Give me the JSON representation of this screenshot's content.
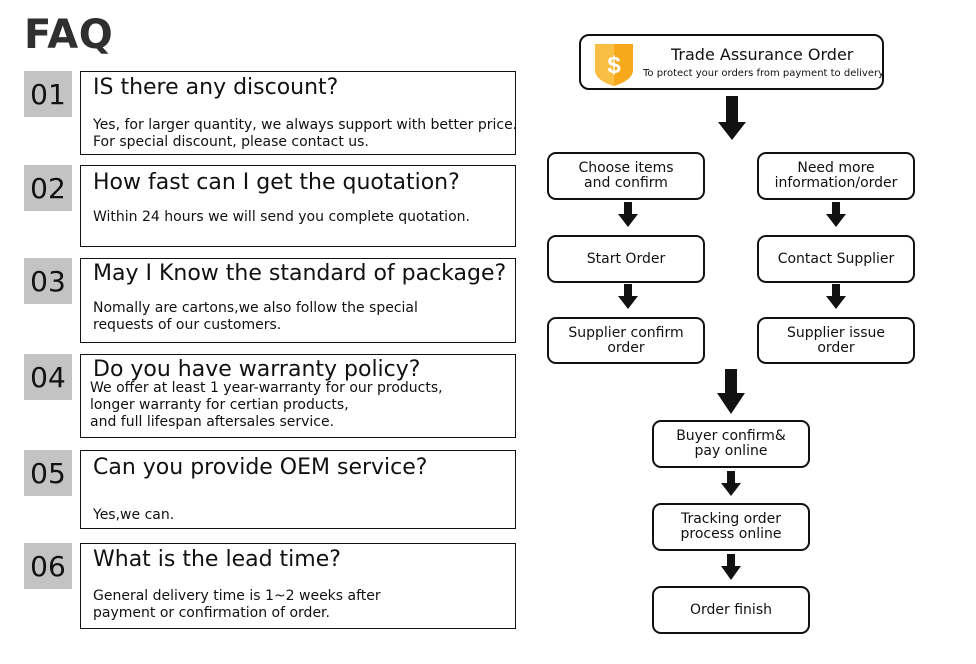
{
  "faq": {
    "title": "FAQ",
    "items": [
      {
        "number": "01",
        "question": "IS there any discount?",
        "answer": [
          "Yes, for larger quantity, we always support with better price.",
          "For special discount, please contact us."
        ]
      },
      {
        "number": "02",
        "question": "How fast can I get the quotation?",
        "answer": [
          "Within 24 hours we will send you complete quotation."
        ]
      },
      {
        "number": "03",
        "question": "May I Know the standard of package?",
        "answer": [
          "Nomally are cartons,we also follow the special",
          "requests of our customers."
        ]
      },
      {
        "number": "04",
        "question": "Do you have warranty policy?",
        "answer": [
          "We offer at least 1 year-warranty for our products,",
          "longer warranty for certian products,",
          "and full lifespan aftersales service."
        ]
      },
      {
        "number": "05",
        "question": "Can you provide OEM service?",
        "answer": [
          "Yes,we can."
        ]
      },
      {
        "number": "06",
        "question": "What is the lead time?",
        "answer": [
          "General delivery time is 1~2 weeks after",
          "payment or confirmation of order."
        ]
      }
    ]
  },
  "flow": {
    "trade_assurance": {
      "title": "Trade Assurance Order",
      "subtitle": "To protect your orders from payment to delivery",
      "icon": "dollar-shield-icon",
      "icon_color": "#f7a81b",
      "icon_symbol": "$"
    },
    "left_branch": [
      [
        "Choose items",
        "and confirm"
      ],
      [
        "Start Order"
      ],
      [
        "Supplier confirm",
        "order"
      ]
    ],
    "right_branch": [
      [
        "Need more",
        "information/order"
      ],
      [
        "Contact Supplier"
      ],
      [
        "Supplier issue",
        "order"
      ]
    ],
    "final_steps": [
      [
        "Buyer confirm&",
        "pay online"
      ],
      [
        "Tracking order",
        "process online"
      ],
      [
        "Order finish"
      ]
    ]
  }
}
